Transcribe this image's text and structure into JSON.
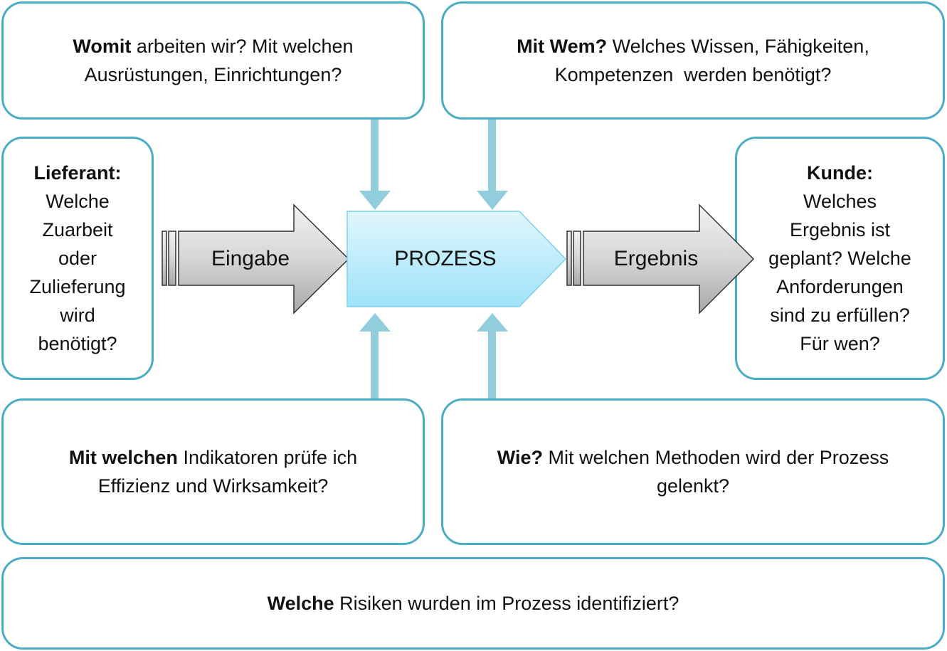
{
  "boxes": {
    "womit": {
      "bold": "Womit",
      "line1_rest": " arbeiten wir? Mit welchen",
      "line2": "Ausrüstungen, Einrichtungen?"
    },
    "mitwem": {
      "bold": "Mit Wem?",
      "line1_rest": " Welches Wissen, Fähigkeiten,",
      "line2": "Kompetenzen  werden benötigt?"
    },
    "lieferant": {
      "bold": "Lieferant:",
      "lines": [
        "Welche",
        "Zuarbeit",
        "oder",
        "Zulieferung",
        "wird",
        "benötigt?"
      ]
    },
    "kunde": {
      "bold": "Kunde:",
      "lines": [
        "Welches",
        "Ergebnis ist",
        "geplant? Welche",
        "Anforderungen",
        "sind zu erfüllen?",
        "Für wen?"
      ]
    },
    "indikatoren": {
      "bold": "Mit welchen",
      "line1_rest": " Indikatoren prüfe ich",
      "line2": "Effizienz und Wirksamkeit?"
    },
    "methoden": {
      "bold": "Wie?",
      "line1_rest": " Mit welchen Methoden wird der Prozess",
      "line2": "gelenkt?"
    },
    "risiken": {
      "bold": "Welche",
      "line1_rest": " Risiken wurden im Prozess identifiziert?"
    }
  },
  "flow": {
    "input_label": "Eingabe",
    "process_label": "PROZESS",
    "output_label": "Ergebnis"
  },
  "colors": {
    "box_border": "#4bacc6",
    "connector": "#92cddc",
    "process_fill_top": "#e0f6fd",
    "process_fill_bottom": "#9fe3f9"
  }
}
